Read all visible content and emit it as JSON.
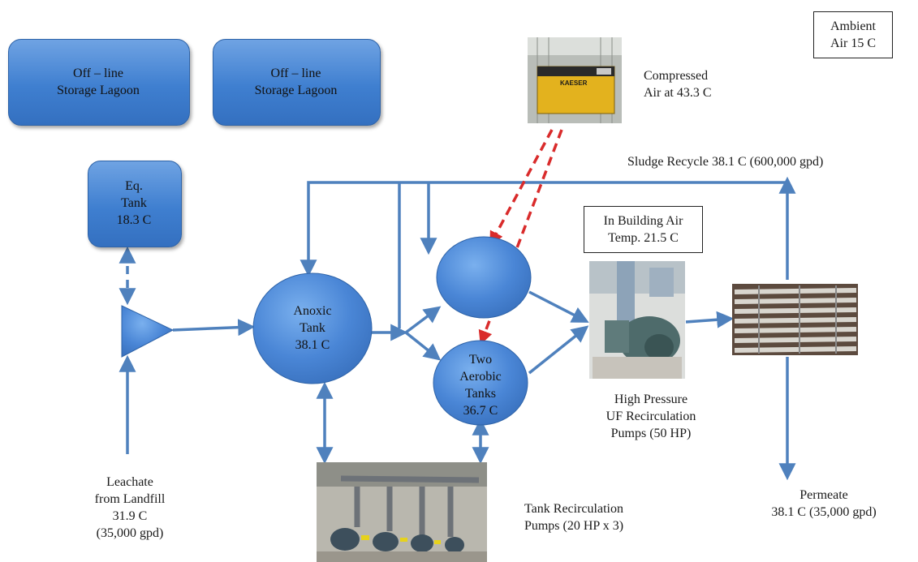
{
  "lagoon_left": {
    "line1": "Off – line",
    "line2": "Storage Lagoon"
  },
  "lagoon_right": {
    "line1": "Off – line",
    "line2": "Storage Lagoon"
  },
  "eq_tank": {
    "line1": "Eq.",
    "line2": "Tank",
    "line3": "18.3 C"
  },
  "ambient": {
    "line1": "Ambient",
    "line2": "Air  15 C"
  },
  "compressed_air": {
    "line1": "Compressed",
    "line2": "Air at 43.3 C"
  },
  "compressor_brand": "KAESER",
  "sludge_recycle": "Sludge  Recycle  38.1 C (600,000 gpd)",
  "building_air": {
    "line1": "In Building Air",
    "line2": "Temp.  21.5 C"
  },
  "anoxic": {
    "line1": "Anoxic",
    "line2": "Tank",
    "line3": "38.1 C"
  },
  "aerobic": {
    "line1": "Two",
    "line2": "Aerobic",
    "line3": "Tanks",
    "line4": "36.7 C"
  },
  "hp_pumps": {
    "line1": "High Pressure",
    "line2": "UF Recirculation",
    "line3": "Pumps (50 HP)"
  },
  "leachate": {
    "line1": "Leachate",
    "line2": "from Landfill",
    "line3": "31.9 C",
    "line4": "(35,000 gpd)"
  },
  "tank_pumps": {
    "line1": "Tank Recirculation",
    "line2": "Pumps (20 HP x 3)"
  },
  "permeate": {
    "line1": "Permeate",
    "line2": "38.1 C (35,000 gpd)"
  },
  "colors": {
    "flow": "#4f81bd",
    "node": "#4a86d6",
    "heat": "#d92b2b"
  }
}
